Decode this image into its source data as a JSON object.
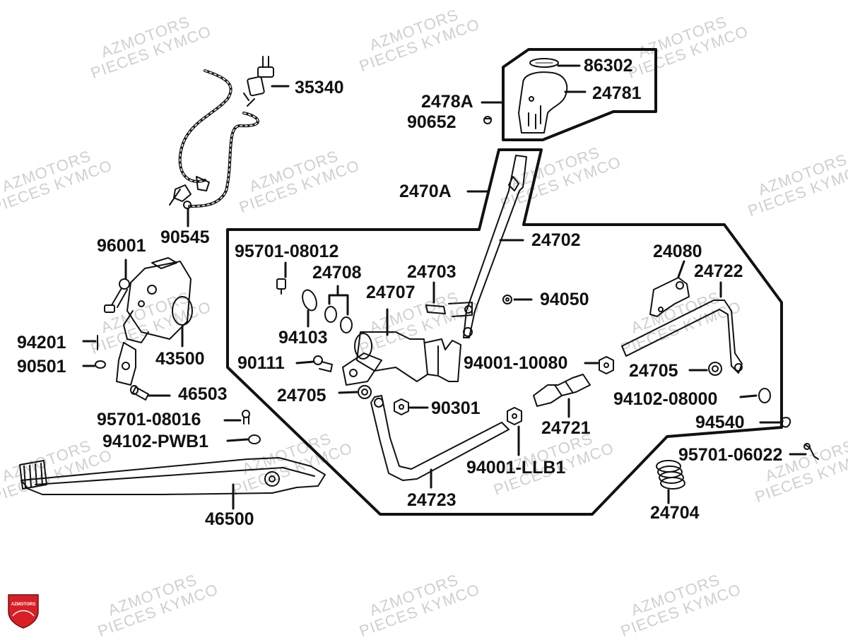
{
  "watermark": {
    "line1": "AZMOTORS",
    "line2": "PIECES KYMCO"
  },
  "logo": {
    "text": "AZMOTORS",
    "color": "#d81f26"
  },
  "colors": {
    "line": "#111111",
    "watermark": "#cfcfcf"
  },
  "parts": [
    {
      "key": "p35340",
      "label": "35340"
    },
    {
      "key": "p90545",
      "label": "90545"
    },
    {
      "key": "p96001",
      "label": "96001"
    },
    {
      "key": "p94201",
      "label": "94201"
    },
    {
      "key": "p90501",
      "label": "90501"
    },
    {
      "key": "p43500",
      "label": "43500"
    },
    {
      "key": "p46503",
      "label": "46503"
    },
    {
      "key": "p95701_08016",
      "label": "95701-08016"
    },
    {
      "key": "p94102_PWB1",
      "label": "94102-PWB1"
    },
    {
      "key": "p46500",
      "label": "46500"
    },
    {
      "key": "p86302",
      "label": "86302"
    },
    {
      "key": "p2478A",
      "label": "2478A"
    },
    {
      "key": "p24781",
      "label": "24781"
    },
    {
      "key": "p90652",
      "label": "90652"
    },
    {
      "key": "p2470A",
      "label": "2470A"
    },
    {
      "key": "p24702",
      "label": "24702"
    },
    {
      "key": "p95701_08012",
      "label": "95701-08012"
    },
    {
      "key": "p24708",
      "label": "24708"
    },
    {
      "key": "p24703",
      "label": "24703"
    },
    {
      "key": "p24707",
      "label": "24707"
    },
    {
      "key": "p94050",
      "label": "94050"
    },
    {
      "key": "p94103",
      "label": "94103"
    },
    {
      "key": "p90111",
      "label": "90111"
    },
    {
      "key": "p24705a",
      "label": "24705"
    },
    {
      "key": "p90301",
      "label": "90301"
    },
    {
      "key": "p94001_10080",
      "label": "94001-10080"
    },
    {
      "key": "p24721",
      "label": "24721"
    },
    {
      "key": "p94001_LLB1",
      "label": "94001-LLB1"
    },
    {
      "key": "p24723",
      "label": "24723"
    },
    {
      "key": "p24080",
      "label": "24080"
    },
    {
      "key": "p24722",
      "label": "24722"
    },
    {
      "key": "p24705b",
      "label": "24705"
    },
    {
      "key": "p94102_08000",
      "label": "94102-08000"
    },
    {
      "key": "p94540",
      "label": "94540"
    },
    {
      "key": "p95701_06022",
      "label": "95701-06022"
    },
    {
      "key": "p24704",
      "label": "24704"
    }
  ]
}
